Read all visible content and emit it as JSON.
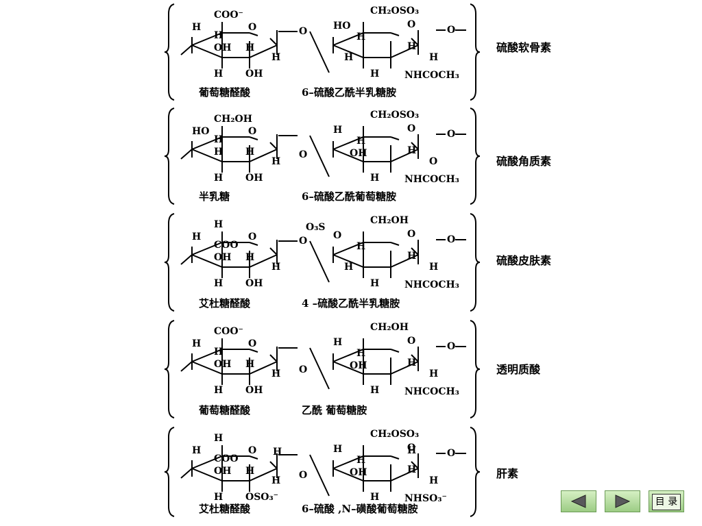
{
  "panels": [
    {
      "name": "硫酸软骨素",
      "left_caption": "葡萄糖醛酸",
      "right_caption": "6–硫酸乙酰半乳糖胺",
      "left_ring": {
        "top": "COO⁻",
        "upper_left": "H",
        "mid_left": "H",
        "inner": "OH",
        "inner_right": "H",
        "right": "H",
        "bottom_left": "H",
        "bottom_right": "OH"
      },
      "right_ring": {
        "top": "CH₂OSO₃",
        "upper_left": "HO",
        "mid_left": "H",
        "right_upper": "H",
        "right": "H",
        "left_lower": "H",
        "bottom_left": "H",
        "bottom_right": "NHCOCH₃"
      },
      "link_o": "O",
      "end_o": "O"
    },
    {
      "name": "硫酸角质素",
      "left_caption": "半乳糖",
      "right_caption": "6–硫酸乙酰葡萄糖胺",
      "left_ring": {
        "top": "CH₂OH",
        "upper_left": "HO",
        "mid_left": "H",
        "inner": "H",
        "inner_right": "H",
        "right": "H",
        "bottom_left": "H",
        "bottom_right": "OH"
      },
      "right_ring": {
        "top": "CH₂OSO₃",
        "upper_left": "H",
        "mid_left": "H",
        "inner": "OH",
        "right_upper": "H",
        "right": "O",
        "bottom_left": "H",
        "bottom_right": "NHCOCH₃"
      },
      "link_o": "O",
      "end_o": "O"
    },
    {
      "name": "硫酸皮肤素",
      "left_caption": "艾杜糖醛酸",
      "right_caption": "4 –硫酸乙酰半乳糖胺",
      "left_ring": {
        "top": "H",
        "upper_left": "H",
        "mid_left": "COO⁻",
        "inner": "OH",
        "inner_right": "H",
        "right": "H",
        "bottom_left": "H",
        "bottom_right": "OH"
      },
      "right_ring": {
        "top": "CH₂OH",
        "sulfate": "O₃S",
        "upper_left": "O",
        "mid_left": "H",
        "right_upper": "H",
        "right": "H",
        "left_lower": "H",
        "bottom_left": "H",
        "bottom_right": "NHCOCH₃"
      },
      "link_o": "O",
      "end_o": "O"
    },
    {
      "name": "透明质酸",
      "left_caption": "葡萄糖醛酸",
      "right_caption": "乙酰 葡萄糖胺",
      "left_ring": {
        "top": "COO⁻",
        "upper_left": "H",
        "mid_left": "H",
        "inner": "OH",
        "inner_right": "H",
        "right": "H",
        "bottom_left": "H",
        "bottom_right": "OH"
      },
      "right_ring": {
        "top": "CH₂OH",
        "upper_left": "H",
        "mid_left": "H",
        "inner": "OH",
        "right_upper": "H",
        "right": "H",
        "bottom_left": "H",
        "bottom_right": "NHCOCH₃"
      },
      "link_o": "O",
      "end_o": "O"
    },
    {
      "name": "肝素",
      "left_caption": "艾杜糖醛酸",
      "right_caption": "6–硫酸 ,N–磺酸葡萄糖胺",
      "left_ring": {
        "top": "H",
        "upper_left": "H",
        "mid_left": "COO⁻",
        "inner": "OH",
        "inner_right": "H",
        "right": "H",
        "right_upper": "H",
        "bottom_left": "H",
        "bottom_right": "OSO₃⁻"
      },
      "right_ring": {
        "top": "CH₂OSO₃",
        "upper_left": "H",
        "mid_left": "H",
        "inner": "OH",
        "right_upper": "H",
        "right": "H",
        "ring_o_right": "H",
        "bottom_left": "H",
        "bottom_right": "NHSO₃⁻"
      },
      "link_o": "O",
      "end_o": "O"
    }
  ],
  "nav": {
    "prev": "left-triangle-icon",
    "next": "right-triangle-icon",
    "toc_label": "目 录"
  }
}
